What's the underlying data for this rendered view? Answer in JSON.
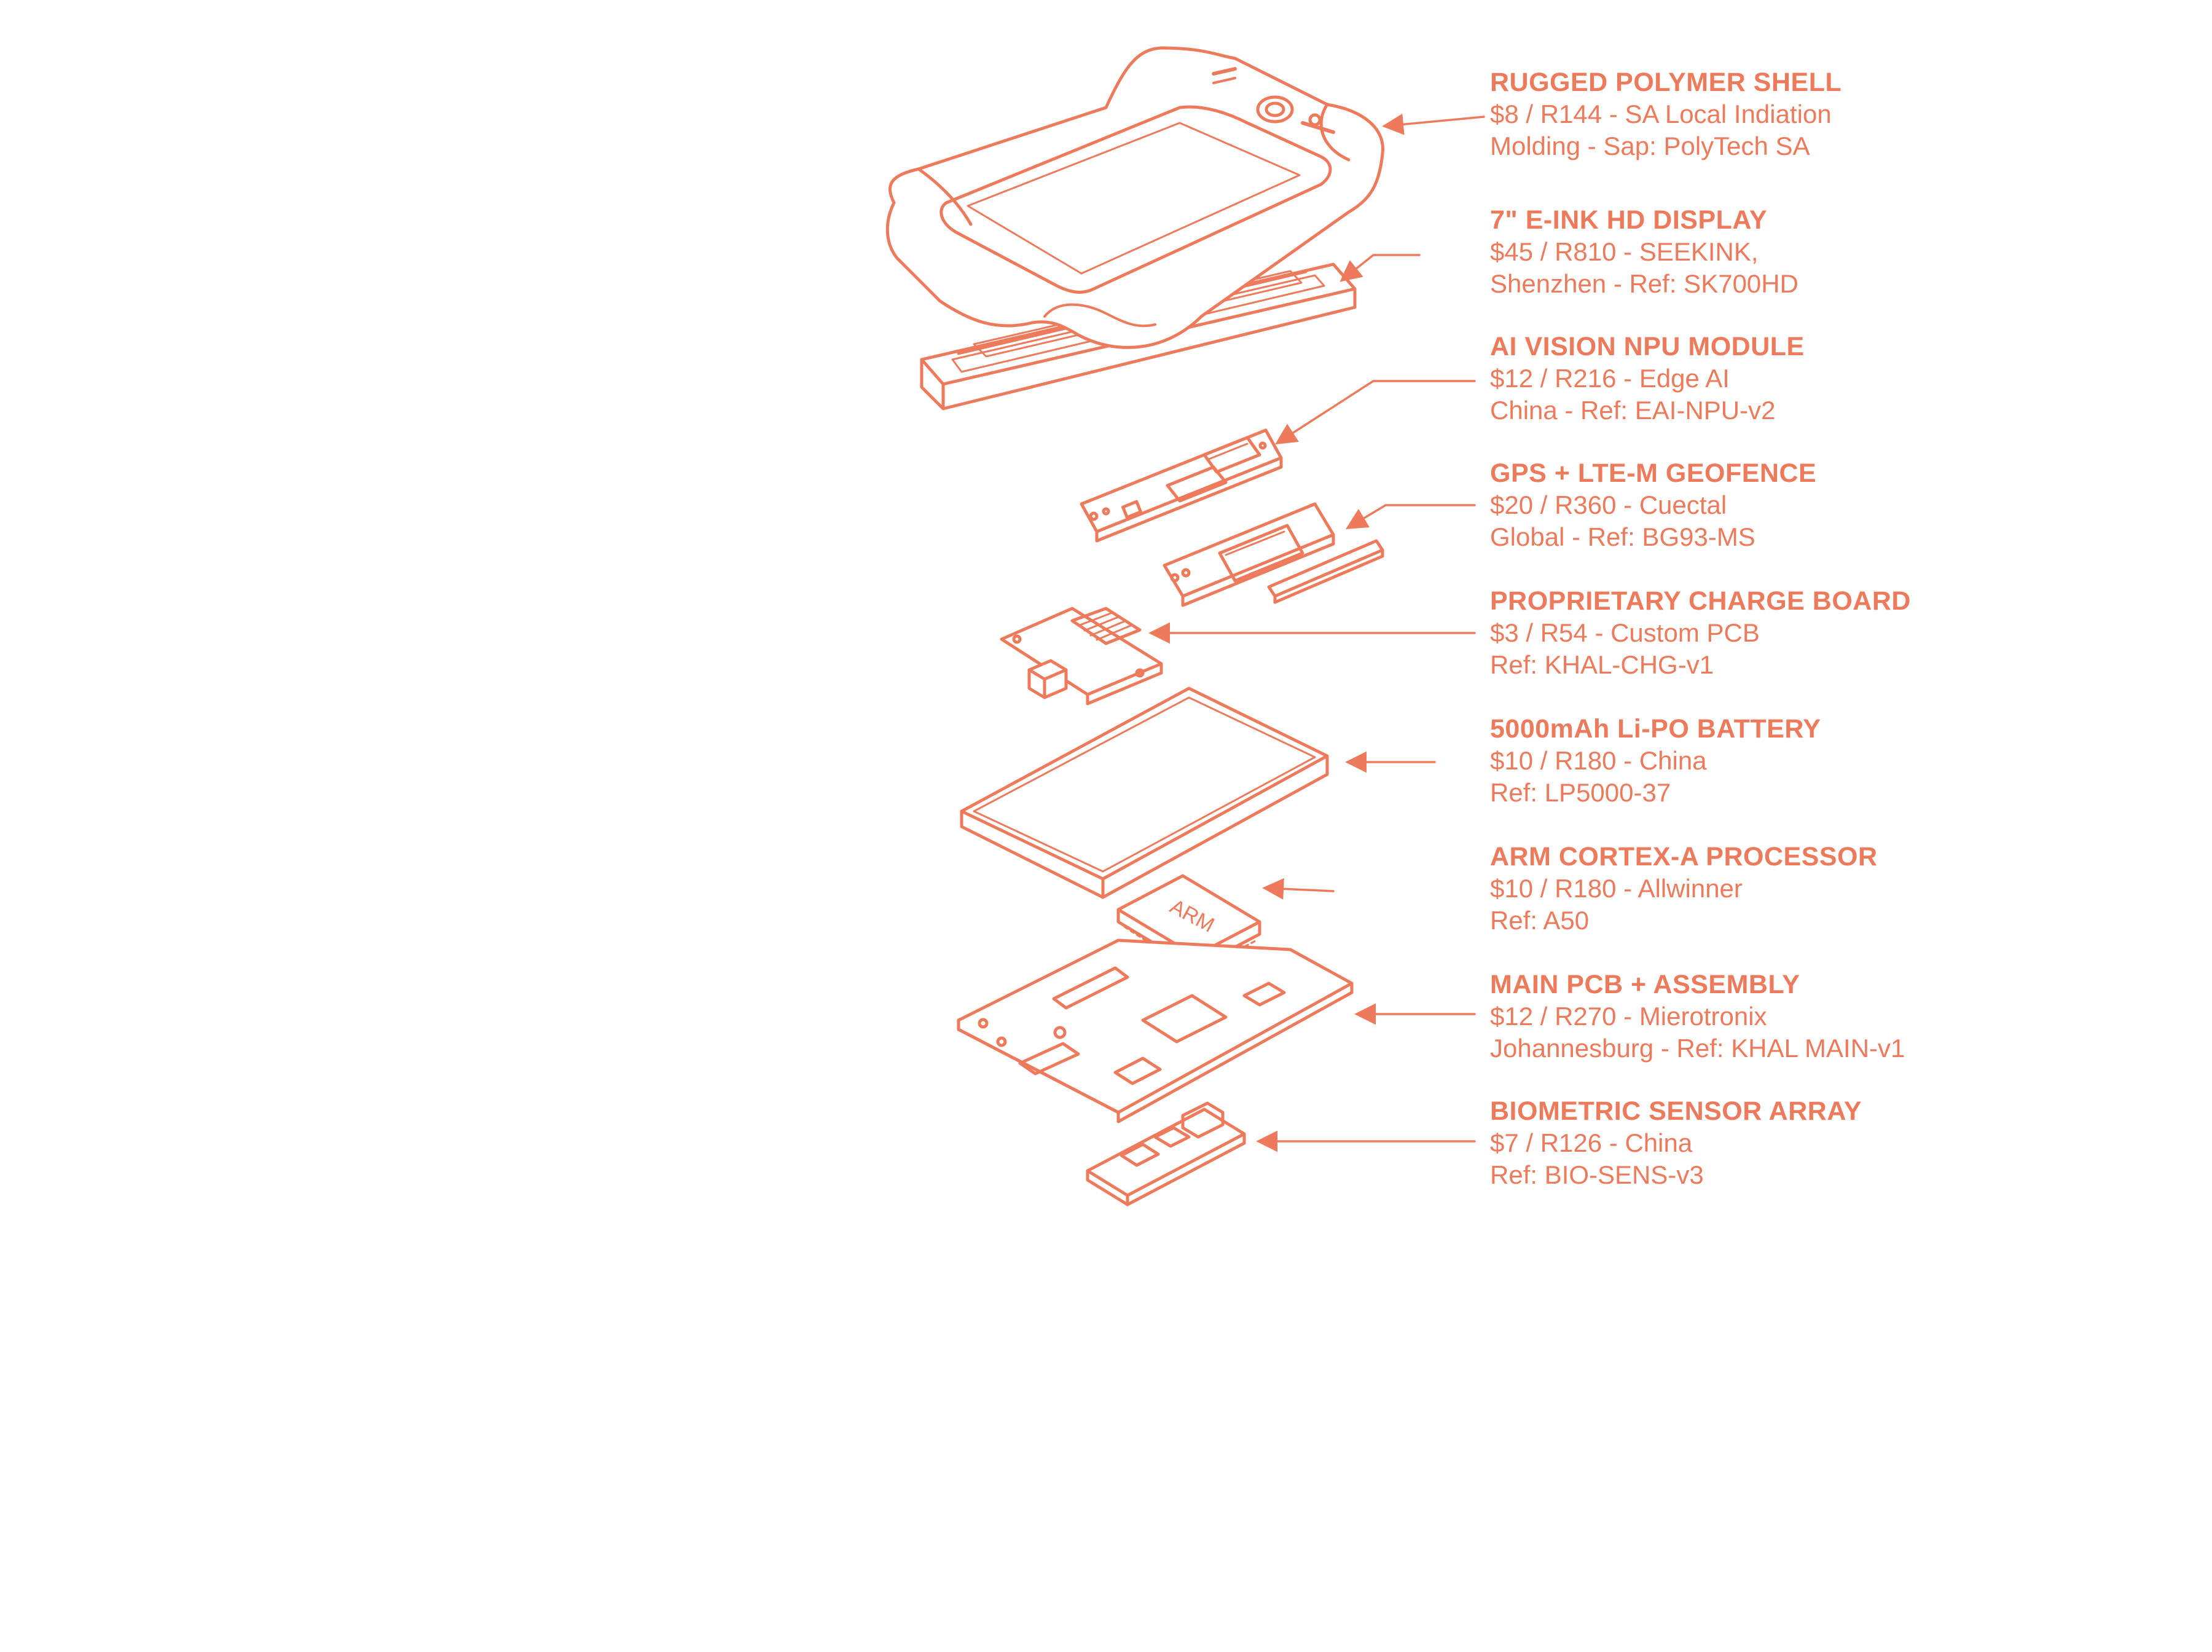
{
  "theme": {
    "line_color": "#ee7a5c",
    "text_color": "#ee7a5c",
    "background": "#ffffff"
  },
  "components": [
    {
      "id": "shell",
      "icon": "rugged-polymer-shell-icon",
      "title": "RUGGED POLYMER SHELL",
      "line1": "$8 / R144 - SA Local Indiation",
      "line2": "Molding - Sap: PolyTech SA"
    },
    {
      "id": "display",
      "icon": "e-ink-display-icon",
      "title": "7\" E-INK HD DISPLAY",
      "line1": "$45 / R810 - SEEKINK,",
      "line2": "Shenzhen - Ref: SK700HD"
    },
    {
      "id": "npu",
      "icon": "npu-module-icon",
      "title": "AI VISION NPU MODULE",
      "line1": "$12 / R216 - Edge AI",
      "line2": "China - Ref: EAI-NPU-v2"
    },
    {
      "id": "gps",
      "icon": "gps-module-icon",
      "title": "GPS + LTE-M GEOFENCE",
      "line1": "$20 / R360 - Cuectal",
      "line2": "Global - Ref: BG93-MS"
    },
    {
      "id": "charge",
      "icon": "charge-board-icon",
      "title": "PROPRIETARY CHARGE BOARD",
      "line1": "$3 / R54 - Custom PCB",
      "line2": "Ref: KHAL-CHG-v1"
    },
    {
      "id": "battery",
      "icon": "battery-icon",
      "title": "5000mAh Li-PO BATTERY",
      "line1": "$10 / R180 - China",
      "line2": "Ref: LP5000-37"
    },
    {
      "id": "processor",
      "icon": "processor-chip-icon",
      "title": "ARM CORTEX-A PROCESSOR",
      "line1": "$10 / R180 - Allwinner",
      "line2": "Ref: A50"
    },
    {
      "id": "mainpcb",
      "icon": "main-pcb-icon",
      "title": "MAIN PCB + ASSEMBLY",
      "line1": "$12 / R270 - Mierotronix",
      "line2": "Johannesburg - Ref: KHAL MAIN-v1"
    },
    {
      "id": "biometric",
      "icon": "biometric-sensor-icon",
      "title": "BIOMETRIC SENSOR ARRAY",
      "line1": "$7 / R126 - China",
      "line2": "Ref: BIO-SENS-v3"
    }
  ],
  "chip_marking": "ARM"
}
